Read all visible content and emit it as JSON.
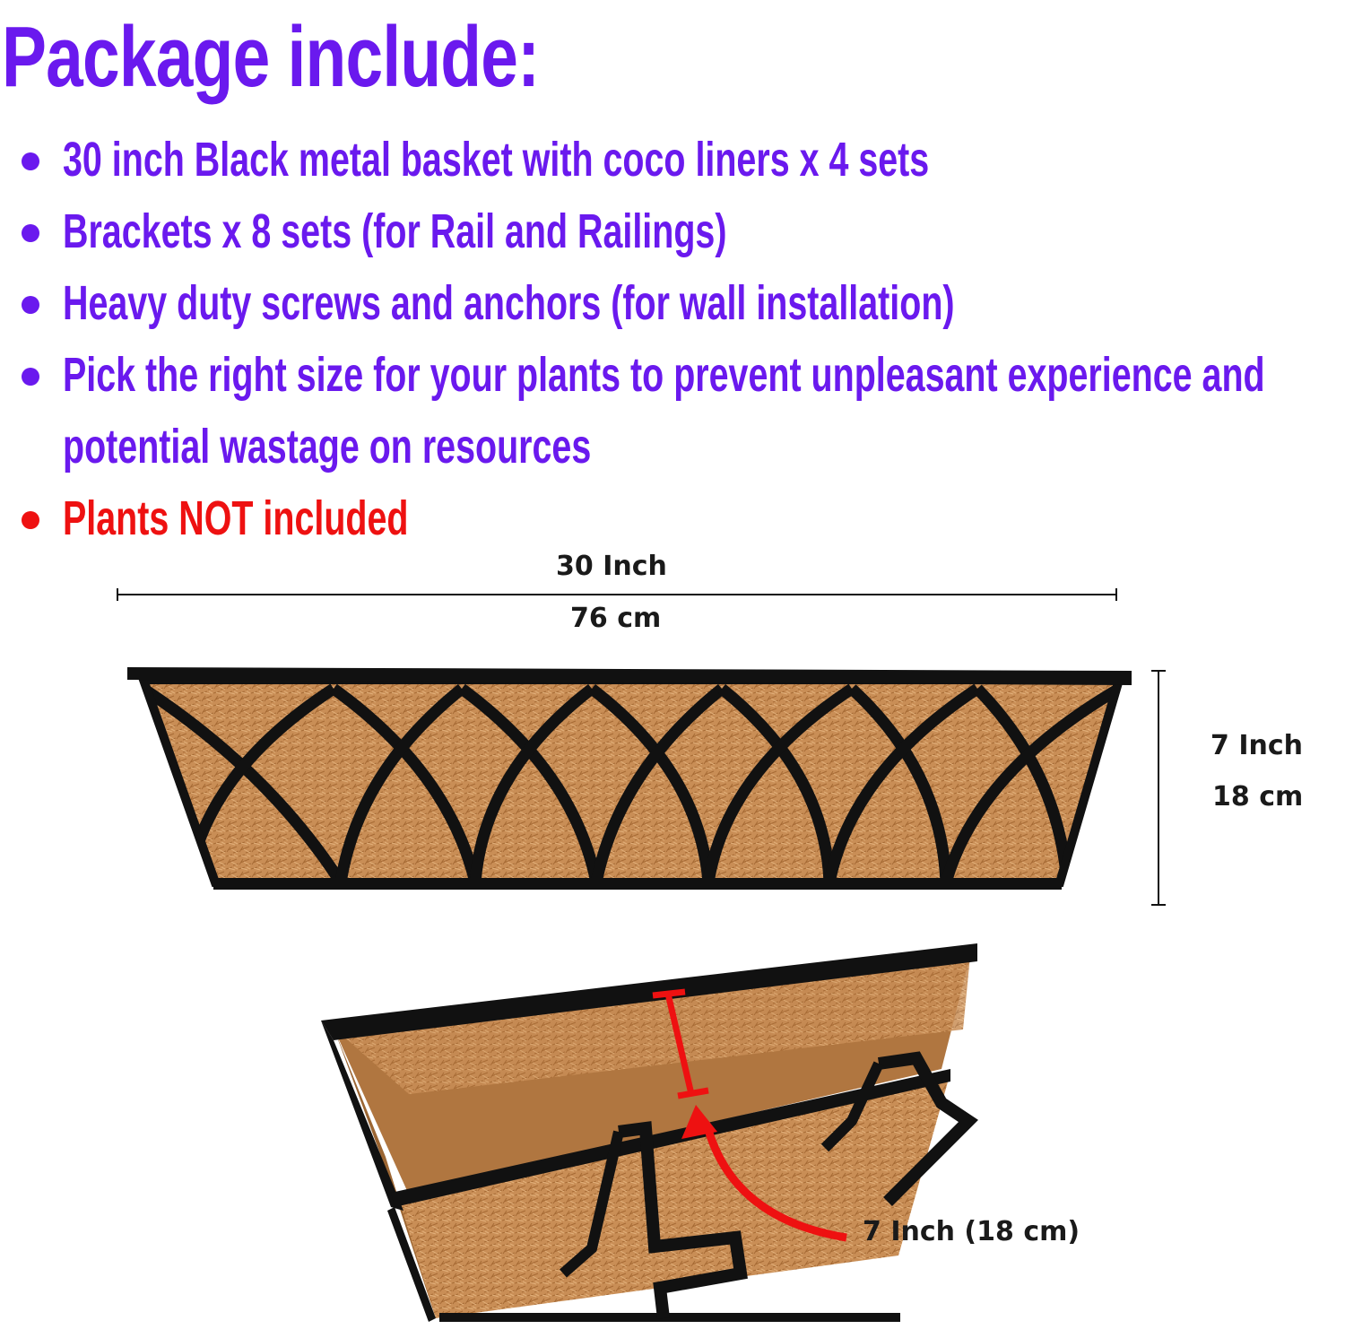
{
  "heading": "Package include:",
  "bullets": [
    "30 inch Black metal basket with coco liners x 4 sets",
    "Brackets x 8 sets (for Rail and Railings)",
    "Heavy duty screws and anchors (for wall installation)",
    "Pick the right size for your plants to prevent unpleasant experience and",
    "potential wastage on resources",
    "Plants NOT included"
  ],
  "dimensions": {
    "width_in": "30  Inch",
    "width_cm": "76 cm",
    "height_in": "7 Inch",
    "height_cm": "18 cm",
    "depth_label": "7 Inch (18 cm)"
  },
  "colors": {
    "heading": "#6a19ee",
    "warning": "#ee1111",
    "frame": "#111111",
    "coco": "#c98e56"
  }
}
